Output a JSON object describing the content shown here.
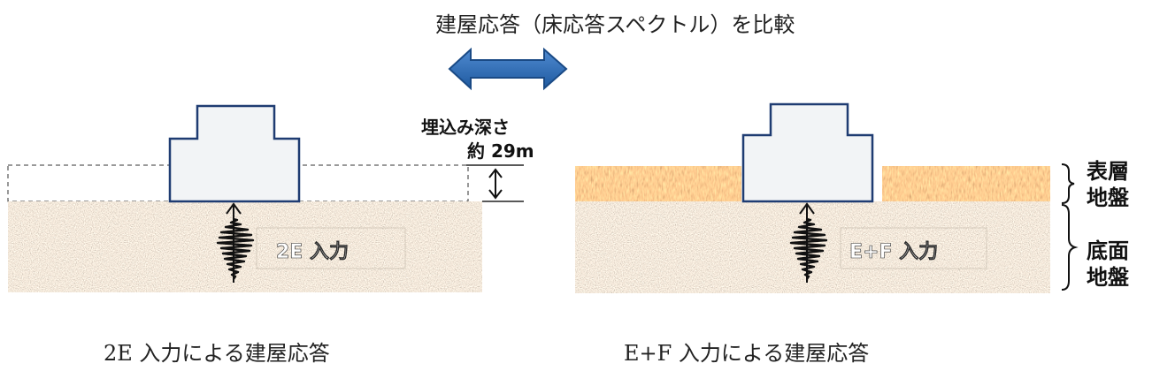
{
  "title": "建屋応答（床応答スペクトル）を比較",
  "left": {
    "input_label": "2E 入力",
    "caption": "2E 入力による建屋応答"
  },
  "right": {
    "input_label": "E+F 入力",
    "caption": "E+F 入力による建屋応答"
  },
  "embedment": {
    "line1": "埋込み深さ",
    "line2": "約 29m"
  },
  "layers": {
    "surface_1": "表層",
    "surface_2": "地盤",
    "base_1": "底面",
    "base_2": "地盤"
  },
  "colors": {
    "arrow": "#2e6db0",
    "building_fill": "#f2f4f6",
    "building_stroke": "#1f3c72",
    "base_ground": "#8a7d6a",
    "surface_ground": "#a26a2c"
  }
}
